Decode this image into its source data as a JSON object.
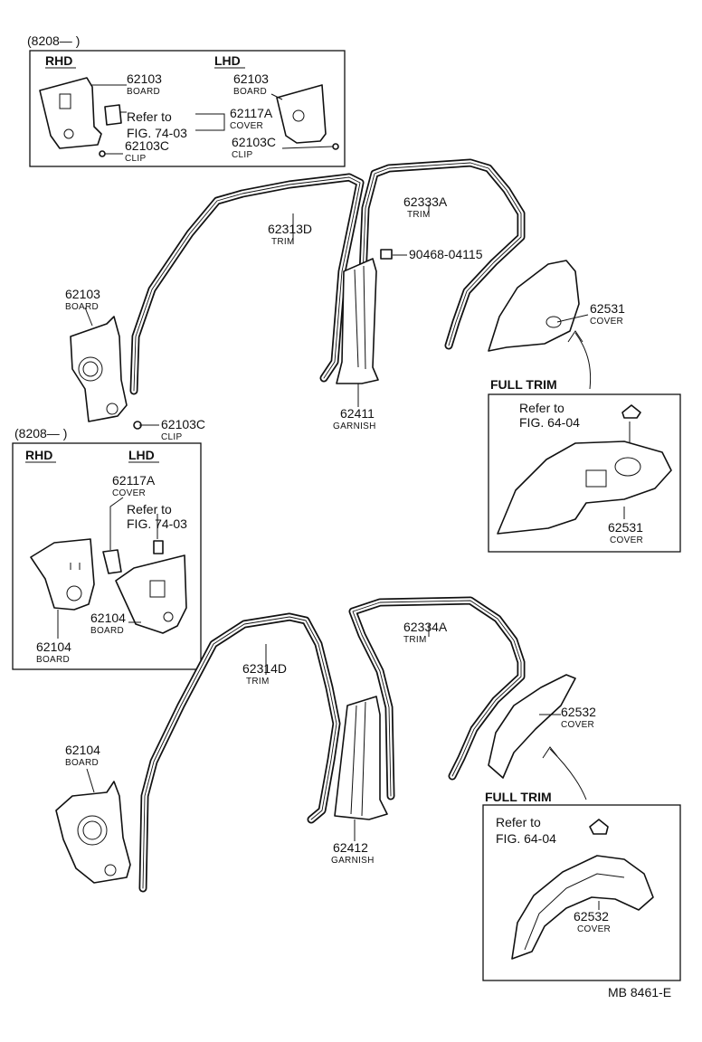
{
  "diagram": {
    "inset_top": {
      "date_range": "(8208—      )",
      "rhd_heading": "RHD",
      "lhd_heading": "LHD",
      "rhd_board_num": "62103",
      "rhd_board_name": "BOARD",
      "lhd_board_num": "62103",
      "lhd_board_name": "BOARD",
      "refer_line1": "Refer to",
      "refer_line2": "FIG. 74-03",
      "cover_num": "62117A",
      "cover_name": "COVER",
      "rhd_clip_num": "62103C",
      "rhd_clip_name": "CLIP",
      "lhd_clip_num": "62103C",
      "lhd_clip_name": "CLIP"
    },
    "front": {
      "trim_num": "62313D",
      "trim_name": "TRIM",
      "rear_trim_num": "62333A",
      "rear_trim_name": "TRIM",
      "screw_num": "90468-04115",
      "board_num": "62103",
      "board_name": "BOARD",
      "clip_num": "62103C",
      "clip_name": "CLIP",
      "garnish_num": "62411",
      "garnish_name": "GARNISH",
      "cover_num": "62531",
      "cover_name": "COVER"
    },
    "full_trim_1": {
      "heading": "FULL TRIM",
      "refer_line1": "Refer to",
      "refer_line2": "FIG. 64-04",
      "cover_num": "62531",
      "cover_name": "COVER"
    },
    "inset_mid": {
      "date_range": "(8208—      )",
      "rhd_heading": "RHD",
      "lhd_heading": "LHD",
      "cover_num": "62117A",
      "cover_name": "COVER",
      "refer_line1": "Refer to",
      "refer_line2": "FIG. 74-03",
      "lhd_board_num": "62104",
      "lhd_board_name": "BOARD",
      "rhd_board_num": "62104",
      "rhd_board_name": "BOARD"
    },
    "rear": {
      "trim_num": "62314D",
      "trim_name": "TRIM",
      "rear_trim_num": "62334A",
      "rear_trim_name": "TRIM",
      "board_num": "62104",
      "board_name": "BOARD",
      "garnish_num": "62412",
      "garnish_name": "GARNISH",
      "cover_num": "62532",
      "cover_name": "COVER"
    },
    "full_trim_2": {
      "heading": "FULL TRIM",
      "refer_line1": "Refer to",
      "refer_line2": "FIG. 64-04",
      "cover_num": "62532",
      "cover_name": "COVER"
    },
    "footer_code": "MB  8461-E"
  }
}
